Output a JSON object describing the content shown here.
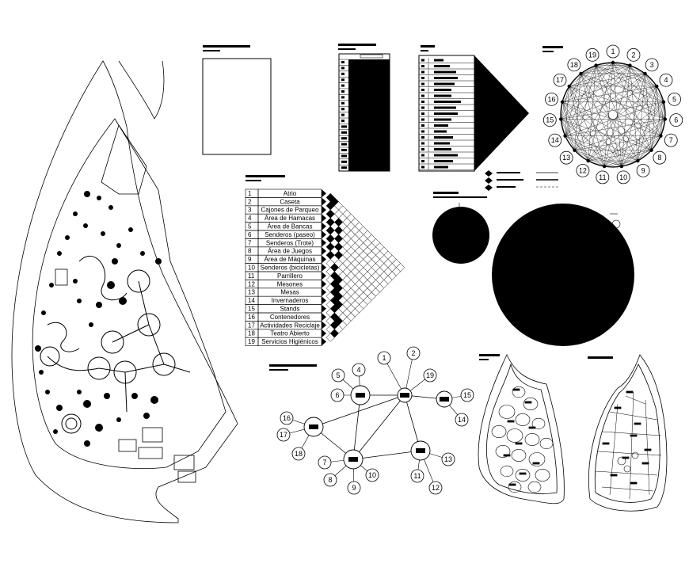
{
  "matrix": {
    "rows": [
      {
        "num": "1",
        "label": "Atrio"
      },
      {
        "num": "2",
        "label": "Caseta"
      },
      {
        "num": "3",
        "label": "Cajones de Parqueo"
      },
      {
        "num": "4",
        "label": "Área de Hamacas"
      },
      {
        "num": "5",
        "label": "Área de Bancas"
      },
      {
        "num": "6",
        "label": "Senderos (paseo)"
      },
      {
        "num": "7",
        "label": "Senderos (Trote)"
      },
      {
        "num": "8",
        "label": "Área de Juegos"
      },
      {
        "num": "9",
        "label": "Área de Máquinas"
      },
      {
        "num": "10",
        "label": "Senderos (bicicletas)"
      },
      {
        "num": "11",
        "label": "Parrillero"
      },
      {
        "num": "12",
        "label": "Mesones"
      },
      {
        "num": "13",
        "label": "Mesas"
      },
      {
        "num": "14",
        "label": "Invernaderos"
      },
      {
        "num": "15",
        "label": "Stands"
      },
      {
        "num": "16",
        "label": "Contenedores"
      },
      {
        "num": "17",
        "label": "Actividades Reciclaje"
      },
      {
        "num": "18",
        "label": "Teatro Abierto"
      },
      {
        "num": "19",
        "label": "Servicios Higiénicos"
      }
    ]
  },
  "circle_nodes": [
    "1",
    "2",
    "3",
    "4",
    "5",
    "6",
    "7",
    "8",
    "9",
    "10",
    "11",
    "12",
    "13",
    "14",
    "15",
    "16",
    "17",
    "18",
    "19"
  ],
  "network_nodes": [
    "1",
    "2",
    "4",
    "5",
    "6",
    "7",
    "8",
    "9",
    "10",
    "11",
    "12",
    "13",
    "14",
    "15",
    "16",
    "17",
    "18",
    "19"
  ]
}
